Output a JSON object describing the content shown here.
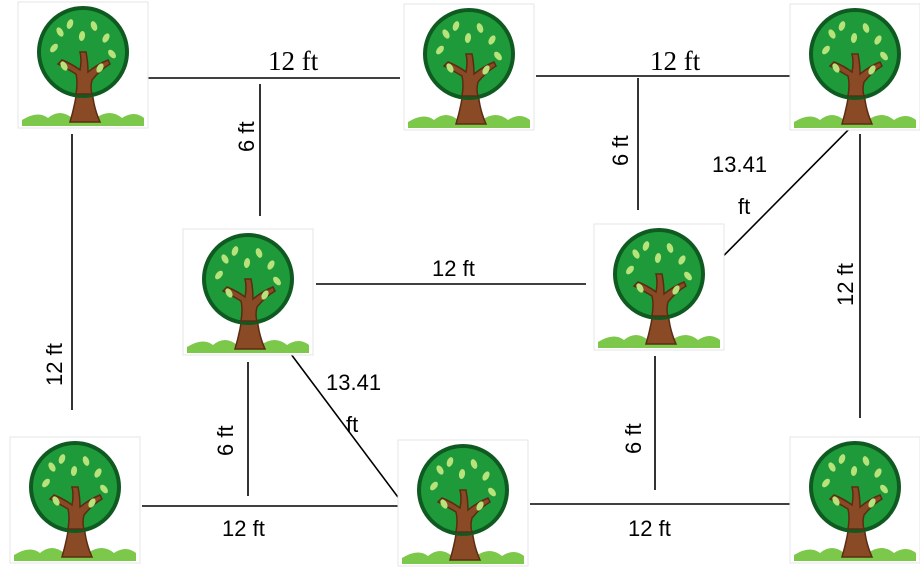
{
  "diagram": {
    "edges": {
      "top_left": "12 ft",
      "top_right": "12 ft",
      "middle": "12 ft",
      "bottom_left": "12 ft",
      "bottom_right": "12 ft",
      "left": "12 ft",
      "right": "12 ft",
      "upper_left_short": "6 ft",
      "upper_right_short": "6 ft",
      "lower_left_short": "6 ft",
      "lower_right_short": "6 ft",
      "diag_upper_num": "13.41",
      "diag_upper_unit": "ft",
      "diag_lower_num": "13.41",
      "diag_lower_unit": "ft"
    },
    "trees": [
      "tree-top-left",
      "tree-top-center",
      "tree-top-right",
      "tree-middle-left",
      "tree-middle-right",
      "tree-bottom-left",
      "tree-bottom-center",
      "tree-bottom-right"
    ],
    "colors": {
      "foliage": "#1f9a3a",
      "foliage_dark": "#0f6a24",
      "leaf_highlight": "#b8e27a",
      "trunk": "#8a4a26",
      "grass": "#7cc84a"
    }
  }
}
